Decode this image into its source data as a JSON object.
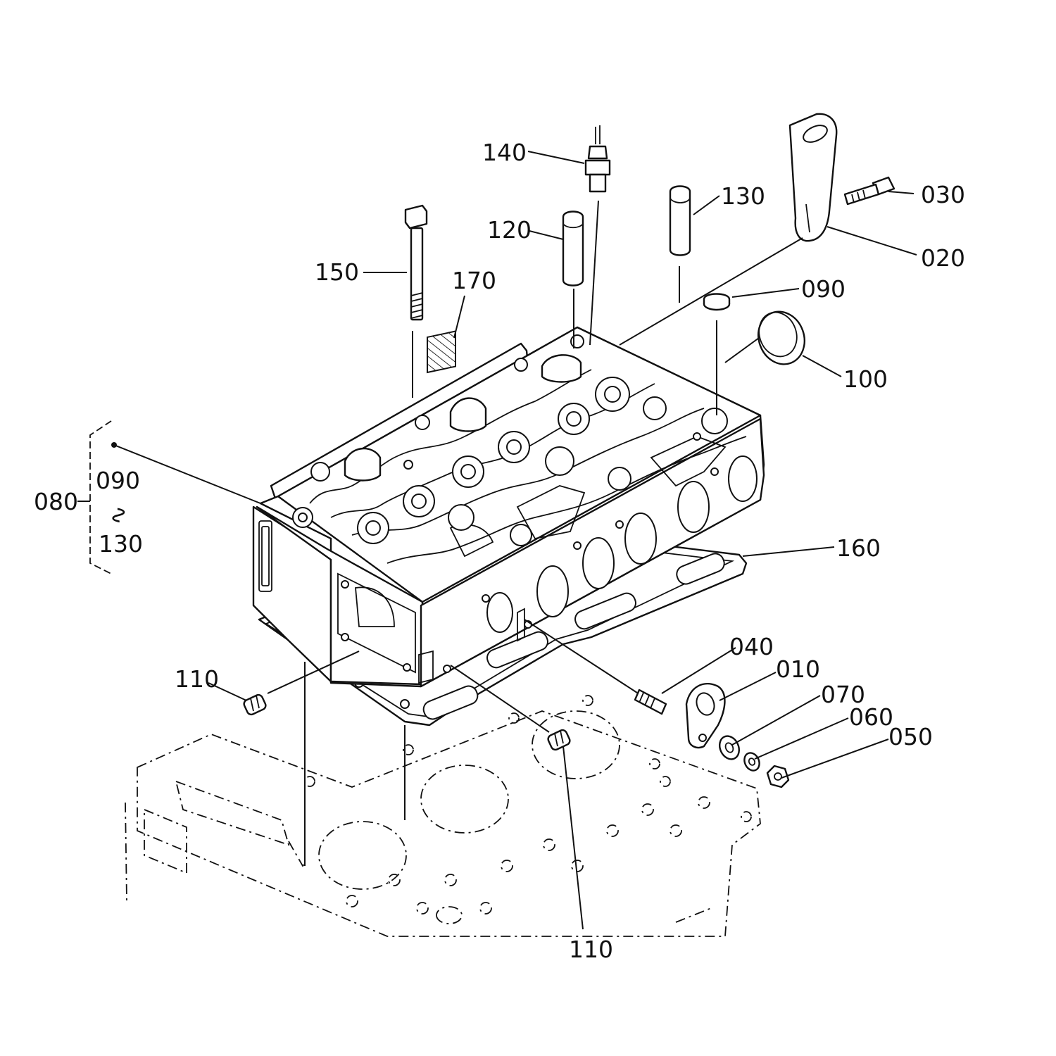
{
  "callouts": {
    "p010": "010",
    "p020": "020",
    "p030": "030",
    "p040": "040",
    "p050": "050",
    "p060": "060",
    "p070": "070",
    "p080": "080",
    "p090": "090",
    "p100": "100",
    "p110_left": "110",
    "p110_bottom": "110",
    "p120": "120",
    "p130": "130",
    "p140": "140",
    "p150": "150",
    "p160": "160",
    "p170": "170"
  },
  "kit_group": {
    "range_start": "090",
    "range_sep": "∿",
    "range_end": "130"
  },
  "icons": [
    "cylinder-head",
    "head-gasket",
    "engine-block",
    "bolt",
    "stud",
    "nut",
    "washer",
    "valve-guide",
    "glow-plug",
    "plug",
    "hanger-bracket"
  ]
}
